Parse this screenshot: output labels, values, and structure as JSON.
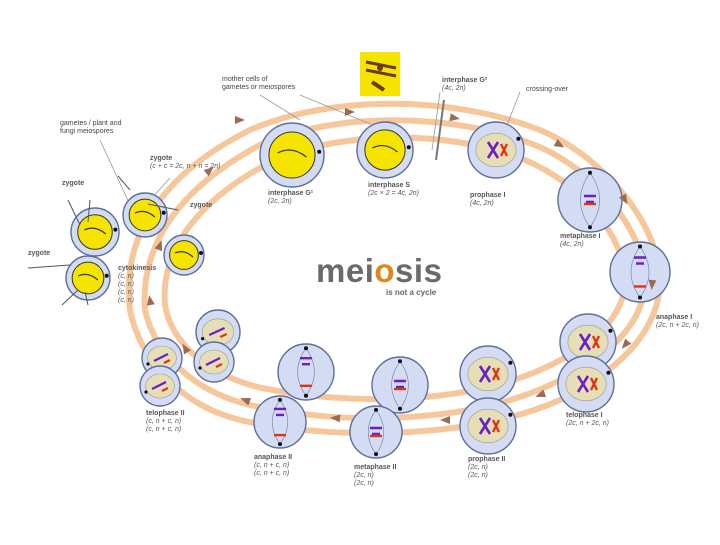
{
  "title": {
    "prefix": "mei",
    "highlight": "o",
    "suffix": "sis",
    "subtitle": "is not a cycle"
  },
  "labels": {
    "mother_cells": "mother cells of\ngametes or meiospores",
    "gametes": "gametes / plant and\nfungi meiospores",
    "zygote_main": "zygote",
    "zygote_main_formula": "(c + c = 2c, n + n = 2n)",
    "zygote_1": "zygote",
    "zygote_2": "zygote",
    "zygote_3": "zygote",
    "interphase_g2": "interphase G²",
    "interphase_g2_formula": "(4c, 2n)",
    "crossing_over": "crossing-over",
    "interphase_g1": "interphase G¹",
    "interphase_g1_formula": "(2c, 2n)",
    "interphase_s": "interphase S",
    "interphase_s_formula": "(2c × 2 = 4c, 2n)",
    "prophase_1": "prophase I",
    "prophase_1_formula": "(4c, 2n)",
    "metaphase_1": "metaphase I",
    "metaphase_1_formula": "(4c, 2n)",
    "anaphase_1": "anaphase I",
    "anaphase_1_formula": "(2c, n + 2c, n)",
    "telophase_1": "telophase I",
    "telophase_1_formula": "(2c, n + 2c, n)",
    "prophase_2": "prophase II",
    "prophase_2_formula": "(2c, n)\n(2c, n)",
    "metaphase_2": "metaphase II",
    "metaphase_2_formula": "(2c, n)\n(2c, n)",
    "anaphase_2": "anaphase II",
    "anaphase_2_formula": "(c, n + c, n)\n(c, n + c, n)",
    "telophase_2": "telophase II",
    "telophase_2_formula": "(c, n + c, n)\n(c, n + c, n)",
    "cytokinesis": "cytokinesis",
    "cytokinesis_formula": "(c, n)\n(c, n)\n(c, n)\n(c, n)"
  },
  "colors": {
    "cell_fill": "#d3dcf3",
    "cell_stroke": "#5d6f9a",
    "nucleus_yellow": "#f5e300",
    "nucleus_beige": "#e6dfb6",
    "arrow_band": "#f7c79c",
    "arrow_head": "#9a6a52",
    "chrom_purple": "#6a1fc9",
    "chrom_red": "#e03515",
    "chrom_blue": "#2b2bb0",
    "title_text": "#6a6a6a",
    "title_accent": "#d88a1a"
  }
}
